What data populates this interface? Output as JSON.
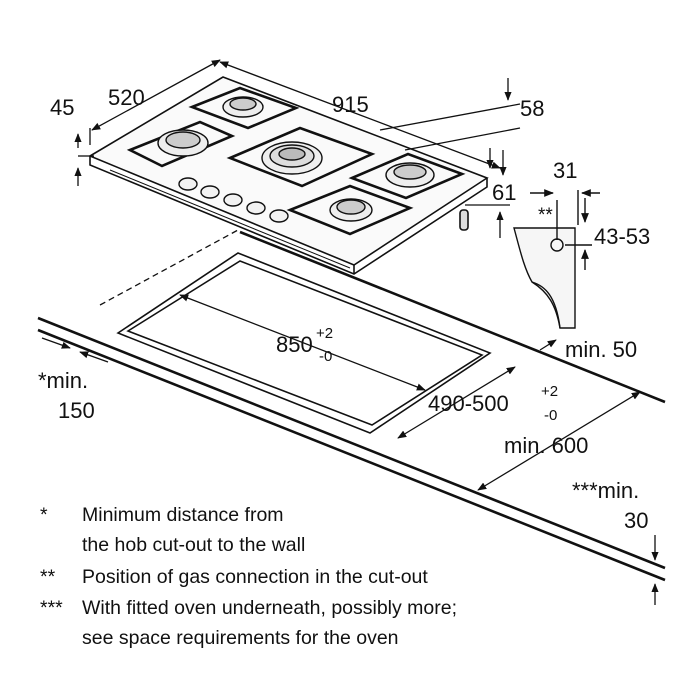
{
  "dimensions": {
    "hob_depth": "520",
    "hob_width": "915",
    "hob_height": "45",
    "burner_offset_right": "58",
    "hob_side": "61",
    "gas_connection_offset": "31",
    "gas_connection_height": "43-53",
    "gas_connection_mark": "**",
    "cutout_width": "850",
    "cutout_width_tol_plus": "+2",
    "cutout_width_tol_minus": "-0",
    "cutout_depth": "490-500",
    "cutout_depth_tol_plus": "+2",
    "cutout_depth_tol_minus": "-0",
    "min_back_wall": "min. 50",
    "min_worktop_depth": "min. 600",
    "min_wall_side_a": "*min.",
    "min_wall_side_b": "150",
    "min_oven_gap_a": "***min.",
    "min_oven_gap_b": "30"
  },
  "footnotes": [
    {
      "mark": "*",
      "lines": [
        "Minimum distance from",
        "the hob cut-out to the wall"
      ]
    },
    {
      "mark": "**",
      "lines": [
        "Position of gas connection in the cut-out"
      ]
    },
    {
      "mark": "***",
      "lines": [
        "With fitted oven underneath, possibly more;",
        "see space requirements for the oven"
      ]
    }
  ]
}
